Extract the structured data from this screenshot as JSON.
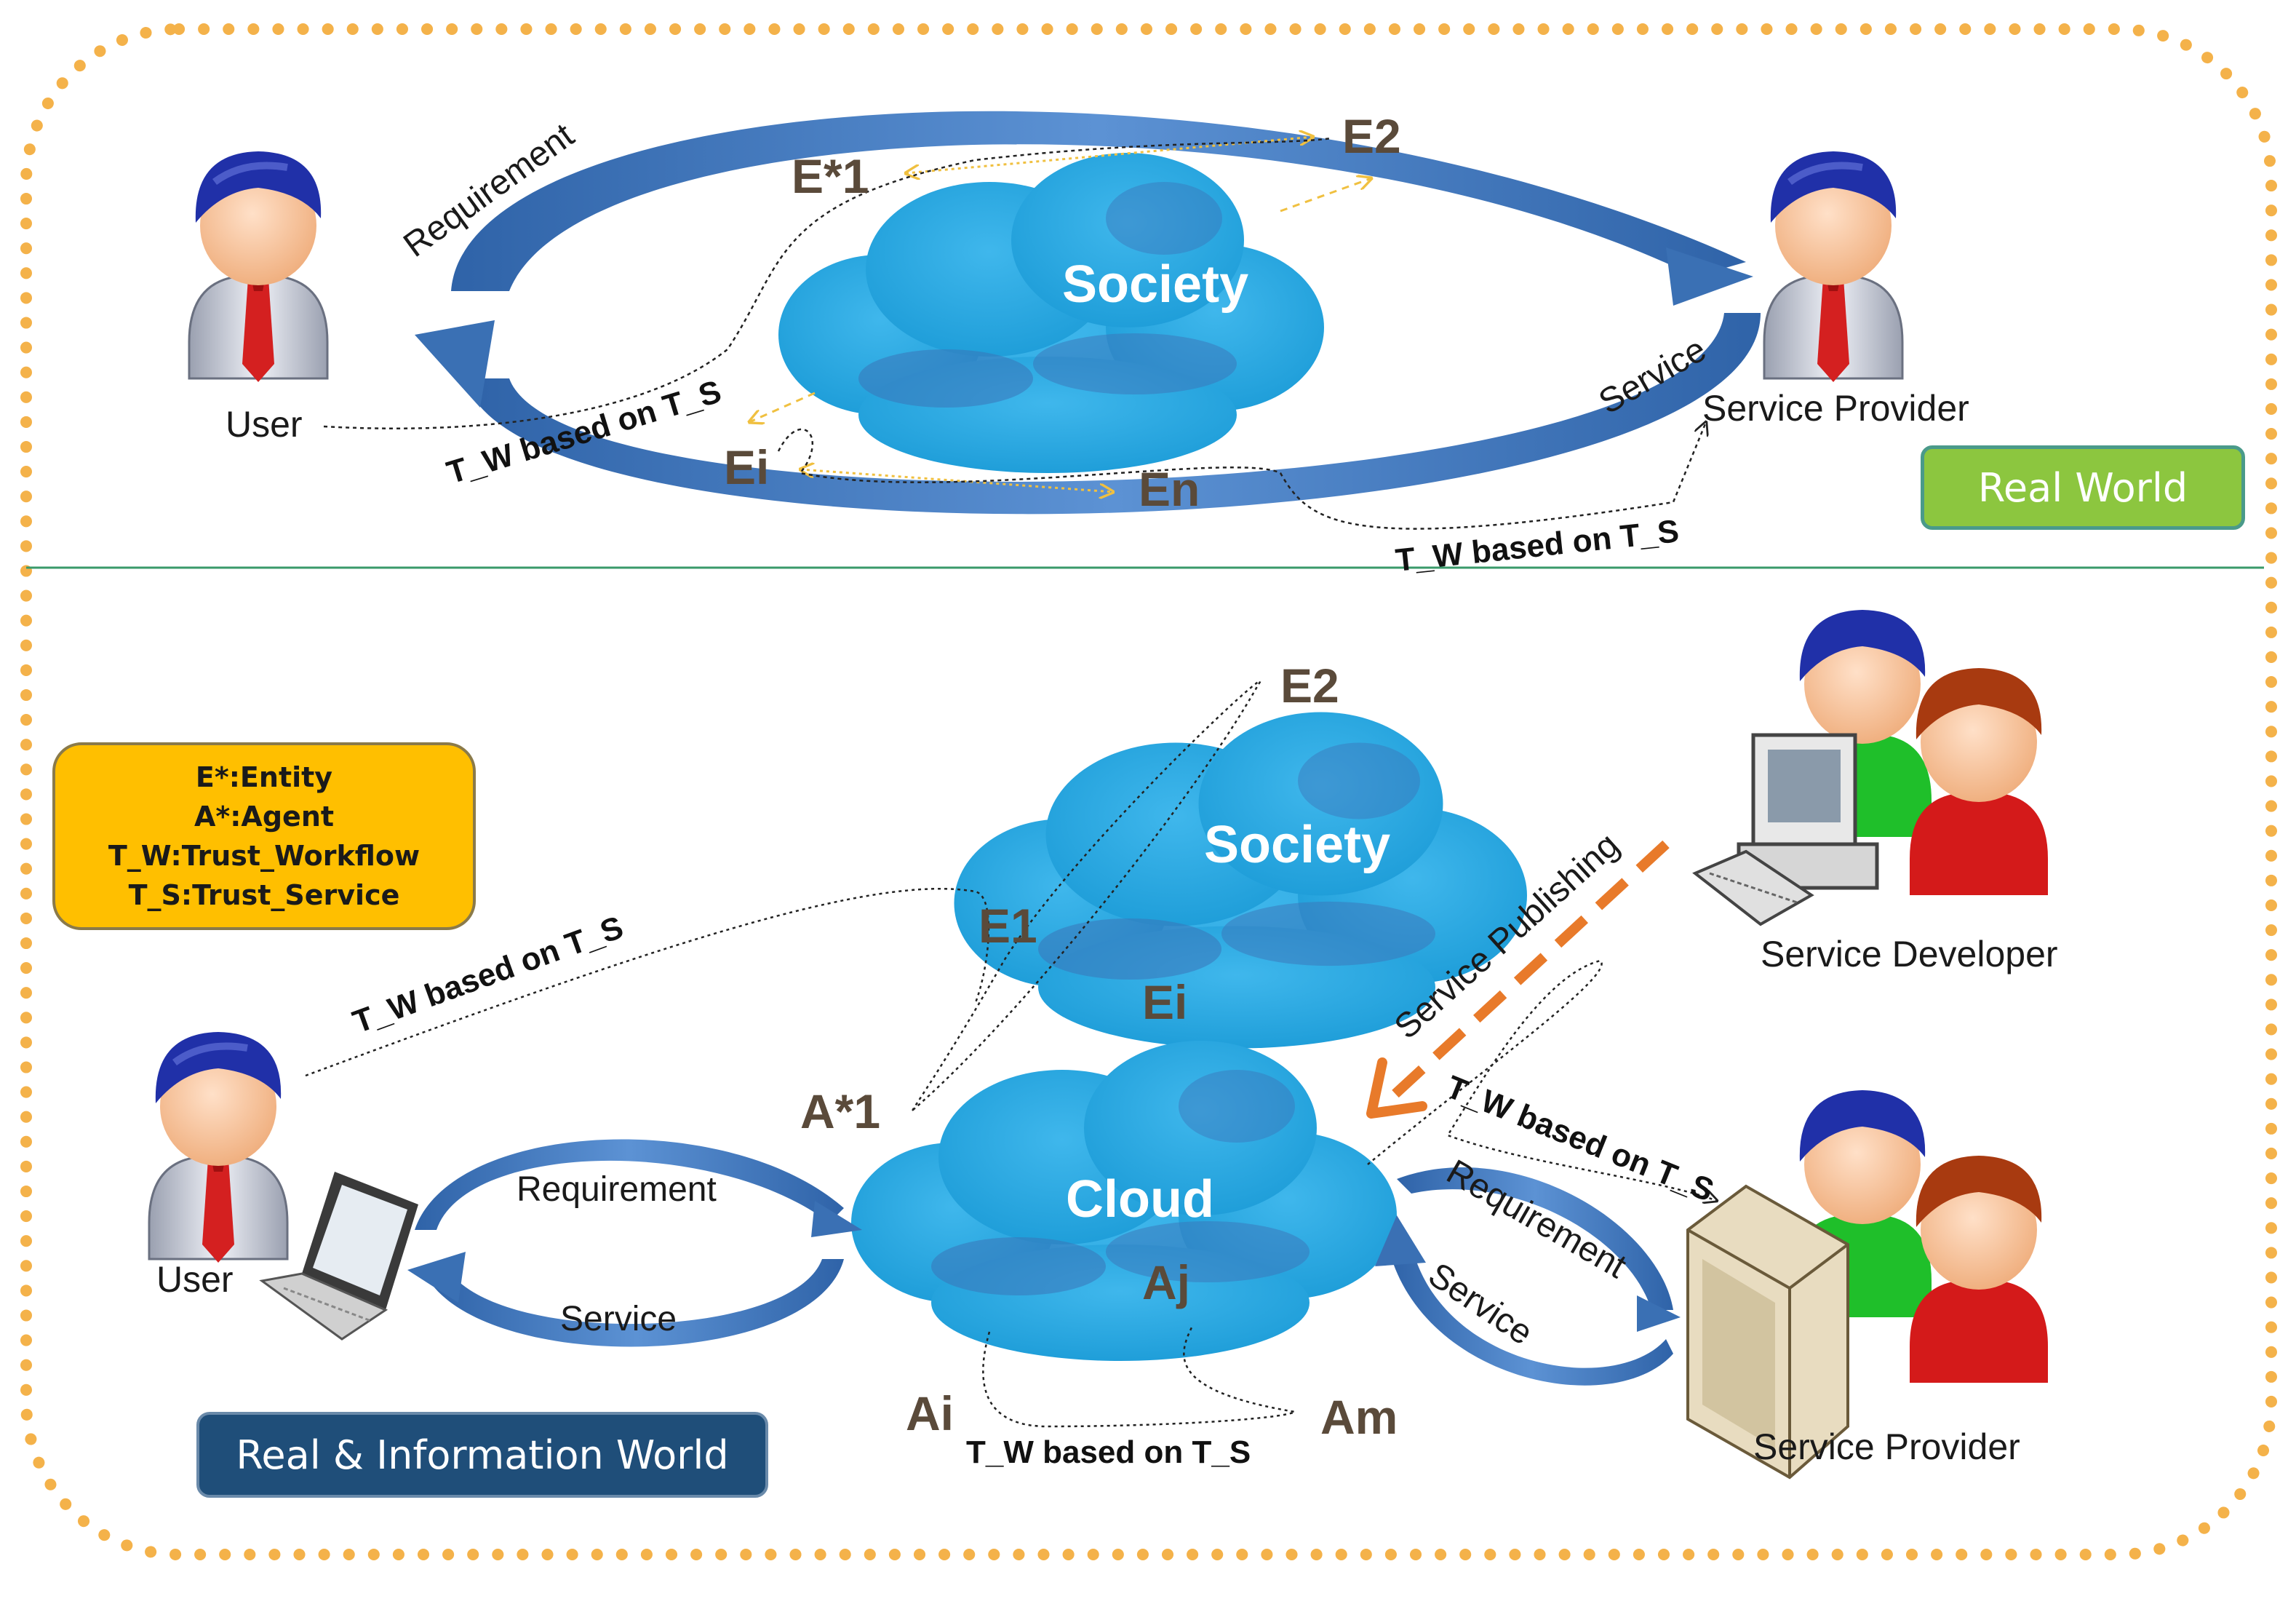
{
  "real_world": {
    "badge": "Real World",
    "user_label": "User",
    "provider_label": "Service Provider",
    "arc_requirement": "Requirement",
    "arc_service": "Service",
    "cloud_label": "Society",
    "entities": {
      "e1": "E*1",
      "e2": "E2",
      "ei": "Ei",
      "en": "En"
    },
    "tw_left": "T_W based on T_S",
    "tw_right": "T_W based on T_S"
  },
  "info_world": {
    "badge": "Real & Information World",
    "user_label": "User",
    "developer_label": "Service Developer",
    "provider_label": "Service Provider",
    "society_label": "Society",
    "cloud_label": "Cloud",
    "entities": {
      "e2": "E2",
      "e1": "E1",
      "ei": "Ei"
    },
    "agents": {
      "a1": "A*1",
      "ai": "Ai",
      "aj": "Aj",
      "am": "Am"
    },
    "left_requirement": "Requirement",
    "left_service": "Service",
    "right_requirement": "Requirement",
    "right_service": "Service",
    "service_publishing": "Service Publishing",
    "tw_top_left": "T_W based on T_S",
    "tw_right": "T_W based on T_S",
    "tw_bottom": "T_W based on T_S"
  },
  "legend": {
    "line1": "E*:Entity",
    "line2": "A*:Agent",
    "line3": "T_W:Trust_Workflow",
    "line4": "T_S:Trust_Service"
  },
  "colors": {
    "frame_dots": "#f4b24a",
    "arc_blue": "#4a7fc0",
    "cloud_blue": "#2aa6df",
    "divider": "#3a9a6a",
    "publish_orange": "#e87a2a"
  }
}
